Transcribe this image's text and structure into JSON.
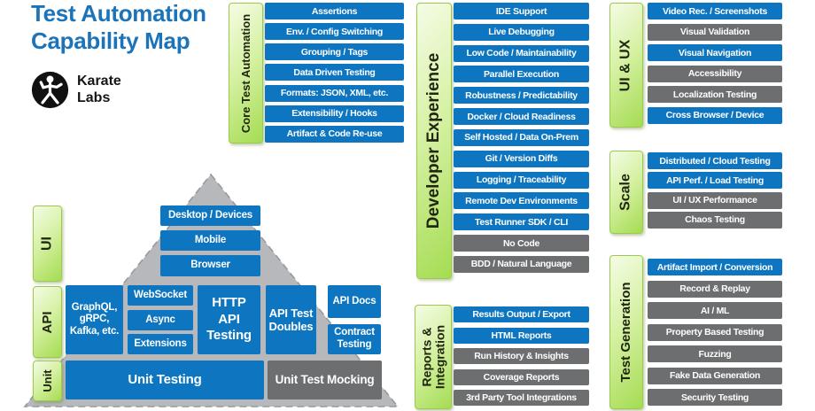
{
  "title": {
    "line1": "Test Automation",
    "line2": "Capability Map"
  },
  "logo": {
    "line1": "Karate",
    "line2": "Labs"
  },
  "palette": {
    "item_blue": "#0e76c0",
    "item_gray": "#6d6e70",
    "label_green_light": "#f5fce6",
    "label_green_dark": "#a5dc52",
    "title_blue": "#1b74ba",
    "pyramid_gray": "#b6b8bb"
  },
  "groups": {
    "core": {
      "label": "Core Test Automation",
      "items": [
        {
          "label": "Assertions",
          "variant": "blue"
        },
        {
          "label": "Env. / Config Switching",
          "variant": "blue"
        },
        {
          "label": "Grouping / Tags",
          "variant": "blue"
        },
        {
          "label": "Data Driven Testing",
          "variant": "blue"
        },
        {
          "label": "Formats: JSON, XML, etc.",
          "variant": "blue"
        },
        {
          "label": "Extensibility / Hooks",
          "variant": "blue"
        },
        {
          "label": "Artifact & Code Re-use",
          "variant": "blue"
        }
      ]
    },
    "devex": {
      "label": "Developer Experience",
      "items": [
        {
          "label": "IDE Support",
          "variant": "blue"
        },
        {
          "label": "Live Debugging",
          "variant": "blue"
        },
        {
          "label": "Low Code / Maintainability",
          "variant": "blue"
        },
        {
          "label": "Parallel Execution",
          "variant": "blue"
        },
        {
          "label": "Robustness / Predictability",
          "variant": "blue"
        },
        {
          "label": "Docker / Cloud Readiness",
          "variant": "blue"
        },
        {
          "label": "Self Hosted / Data On-Prem",
          "variant": "blue"
        },
        {
          "label": "Git / Version Diffs",
          "variant": "blue"
        },
        {
          "label": "Logging / Traceability",
          "variant": "blue"
        },
        {
          "label": "Remote Dev Environments",
          "variant": "blue"
        },
        {
          "label": "Test Runner SDK / CLI",
          "variant": "blue"
        },
        {
          "label": "No Code",
          "variant": "gray"
        },
        {
          "label": "BDD / Natural Language",
          "variant": "gray"
        }
      ]
    },
    "reports": {
      "label": "Reports &\nIntegration",
      "items": [
        {
          "label": "Results Output / Export",
          "variant": "blue"
        },
        {
          "label": "HTML Reports",
          "variant": "blue"
        },
        {
          "label": "Run History & Insights",
          "variant": "gray"
        },
        {
          "label": "Coverage Reports",
          "variant": "gray"
        },
        {
          "label": "3rd Party Tool Integrations",
          "variant": "gray"
        }
      ]
    },
    "uiux": {
      "label": "UI & UX",
      "items": [
        {
          "label": "Video Rec. / Screenshots",
          "variant": "blue"
        },
        {
          "label": "Visual Validation",
          "variant": "gray"
        },
        {
          "label": "Visual Navigation",
          "variant": "blue"
        },
        {
          "label": "Accessibility",
          "variant": "gray"
        },
        {
          "label": "Localization Testing",
          "variant": "gray"
        },
        {
          "label": "Cross Browser / Device",
          "variant": "blue"
        }
      ]
    },
    "scale": {
      "label": "Scale",
      "items": [
        {
          "label": "Distributed / Cloud Testing",
          "variant": "blue"
        },
        {
          "label": "API Perf. / Load Testing",
          "variant": "blue"
        },
        {
          "label": "UI / UX Performance",
          "variant": "gray"
        },
        {
          "label": "Chaos Testing",
          "variant": "gray"
        }
      ]
    },
    "testgen": {
      "label": "Test Generation",
      "items": [
        {
          "label": "Artifact Import / Conversion",
          "variant": "blue"
        },
        {
          "label": "Record & Replay",
          "variant": "gray"
        },
        {
          "label": "AI / ML",
          "variant": "gray"
        },
        {
          "label": "Property Based Testing",
          "variant": "gray"
        },
        {
          "label": "Fuzzing",
          "variant": "gray"
        },
        {
          "label": "Fake Data Generation",
          "variant": "gray"
        },
        {
          "label": "Security Testing",
          "variant": "gray"
        }
      ]
    }
  },
  "pyramid": {
    "ui": {
      "label": "UI",
      "desktop": "Desktop / Devices",
      "mobile": "Mobile",
      "browser": "Browser"
    },
    "api": {
      "label": "API",
      "graphql": "GraphQL,\ngRPC,\nKafka, etc.",
      "websocket": "WebSocket",
      "async": "Async",
      "extensions": "Extensions",
      "http": "HTTP\nAPI\nTesting",
      "doubles": "API Test\nDoubles",
      "apidocs": "API Docs",
      "contract": "Contract\nTesting"
    },
    "unit": {
      "label": "Unit",
      "testing": "Unit Testing",
      "mocking": "Unit Test Mocking"
    }
  }
}
